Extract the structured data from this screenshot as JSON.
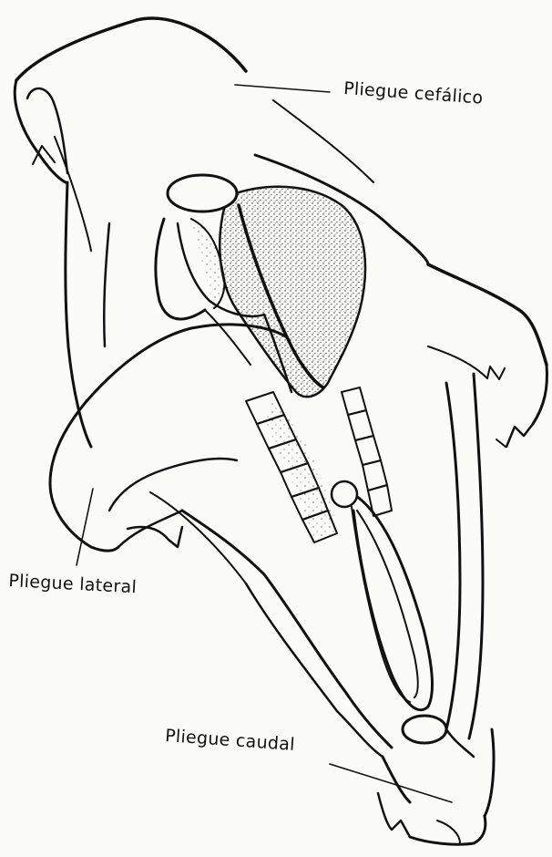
{
  "labels": {
    "cephalic_fold": "Pliegue cefálico",
    "lateral_fold": "Pliegue lateral",
    "caudal_fold": "Pliegue caudal"
  },
  "colors": {
    "ink": "#111111",
    "paper": "#fbfbf8",
    "stipple": "#2a2a2a"
  }
}
